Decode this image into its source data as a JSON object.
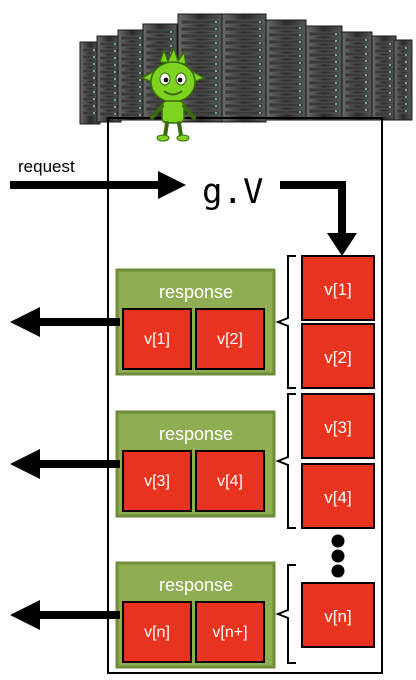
{
  "request_label": "request",
  "traversal_label": "g.V",
  "responses": [
    {
      "title": "response",
      "items": [
        "v[1]",
        "v[2]"
      ]
    },
    {
      "title": "response",
      "items": [
        "v[3]",
        "v[4]"
      ]
    },
    {
      "title": "response",
      "items": [
        "v[n]",
        "v[n+]"
      ]
    }
  ],
  "vertices": [
    "v[1]",
    "v[2]",
    "v[3]",
    "v[4]",
    "v[n]"
  ],
  "colors": {
    "vertex_fill": "#e8331f",
    "response_fill": "#8fae52",
    "response_border": "#6e8c3a",
    "mascot_green": "#7ed321"
  },
  "icons": [
    "server-rack-icon",
    "gremlin-mascot-icon",
    "ellipsis-icon"
  ]
}
